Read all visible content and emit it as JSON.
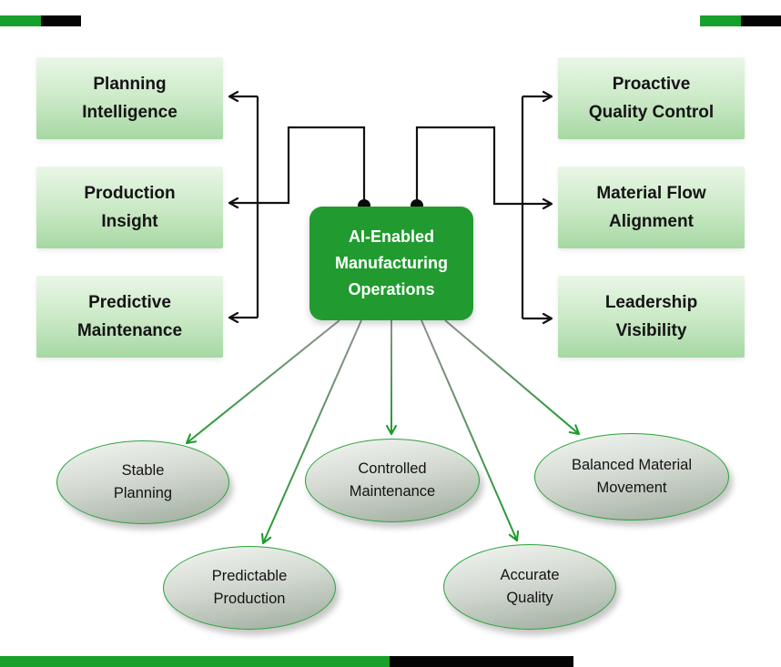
{
  "title": "AI-Enabled Manufacturing Operations diagram",
  "colors": {
    "brand_green": "#17a02c",
    "center_node_green": "#219b30",
    "side_box_gradient_top": "#eaf7e7",
    "side_box_gradient_bottom": "#a6d8a3",
    "ellipse_gradient_top": "#f3f5f2",
    "ellipse_gradient_bottom": "#9dab9c",
    "ellipse_border_green": "#2aa23a",
    "connector_black": "#111111",
    "connector_gray": "#8f8f8f",
    "connector_green": "#1f9b2e",
    "decor_black": "#050505"
  },
  "center": {
    "lines": [
      "AI-Enabled",
      "Manufacturing",
      "Operations"
    ]
  },
  "left_boxes": [
    {
      "lines": [
        "Planning",
        "Intelligence"
      ]
    },
    {
      "lines": [
        "Production",
        "Insight"
      ]
    },
    {
      "lines": [
        "Predictive",
        "Maintenance"
      ]
    }
  ],
  "right_boxes": [
    {
      "lines": [
        "Proactive",
        "Quality Control"
      ]
    },
    {
      "lines": [
        "Material Flow",
        "Alignment"
      ]
    },
    {
      "lines": [
        "Leadership",
        "Visibility"
      ]
    }
  ],
  "ellipses": [
    {
      "lines": [
        "Stable",
        "Planning"
      ]
    },
    {
      "lines": [
        "Predictable",
        "Production"
      ]
    },
    {
      "lines": [
        "Controlled",
        "Maintenance"
      ]
    },
    {
      "lines": [
        "Accurate",
        "Quality"
      ]
    },
    {
      "lines": [
        "Balanced Material",
        "Movement"
      ]
    }
  ]
}
